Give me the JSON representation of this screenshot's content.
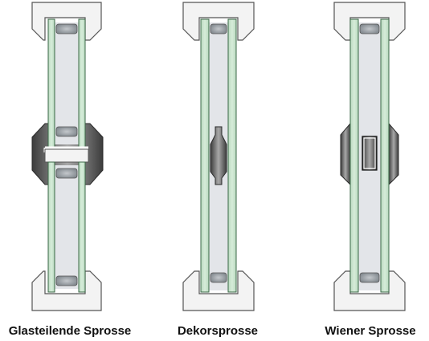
{
  "diagrams": [
    {
      "type": "glass-dividing",
      "caption": "Glasteilende Sprosse"
    },
    {
      "type": "decor",
      "caption": "Dekorsprosse"
    },
    {
      "type": "viennese",
      "caption": "Wiener Sprosse"
    }
  ],
  "colors": {
    "frame_fill": "#f3f3f3",
    "frame_stroke": "#555555",
    "glass_fill": "#c7e2cc",
    "glass_stroke": "#3c6a48",
    "cavity": "#e3e5e9",
    "spacer": "#9aa1a7",
    "bar_dark": "#4a4a4a",
    "bar_light": "#9c9c9c"
  },
  "icons": [
    "window-frame-section",
    "glass-pane",
    "spacer-bar",
    "glazing-bar"
  ]
}
